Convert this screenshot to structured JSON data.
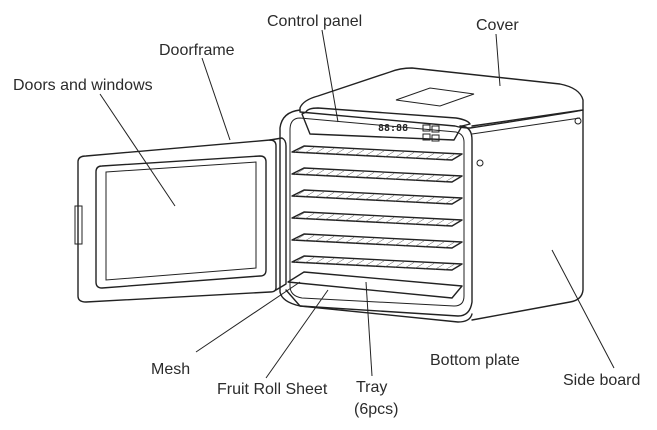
{
  "labels": {
    "control_panel": "Control panel",
    "cover": "Cover",
    "doorframe": "Doorframe",
    "doors_windows": "Doors and windows",
    "mesh": "Mesh",
    "fruit_roll_sheet": "Fruit Roll Sheet",
    "tray_line1": "Tray",
    "tray_line2": "(6pcs)",
    "bottom_plate": "Bottom plate",
    "side_board": "Side board"
  },
  "display": {
    "digits": "88:88"
  },
  "tray_count": 6
}
